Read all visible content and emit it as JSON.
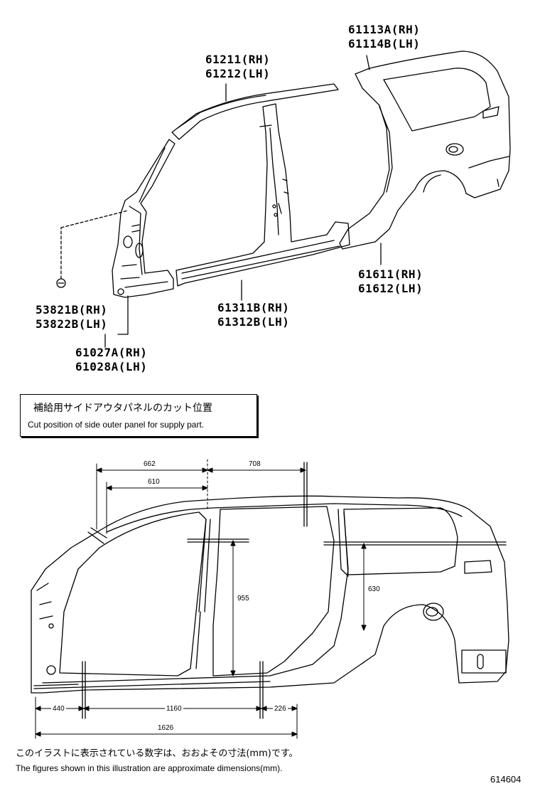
{
  "labels": {
    "quarter_panel": [
      "61113A(RH)",
      "61114B(LH)"
    ],
    "roof_rail": [
      "61211(RH)",
      "61212(LH)"
    ],
    "quarter_lower": [
      "61611(RH)",
      "61612(LH)"
    ],
    "rocker": [
      "61311B(RH)",
      "61312B(LH)"
    ],
    "clip": [
      "53821B(RH)",
      "53822B(LH)"
    ],
    "front_pillar": [
      "61027A(RH)",
      "61028A(LH)"
    ]
  },
  "note": {
    "jp": "補給用サイドアウタパネルのカット位置",
    "en": "Cut position of side outer panel for supply part."
  },
  "dimensions": {
    "d662": "662",
    "d708": "708",
    "d610": "610",
    "d955": "955",
    "d630": "630",
    "d440": "440",
    "d1160": "1160",
    "d226": "226",
    "d1626": "1626"
  },
  "footnote": {
    "jp": "このイラストに表示されている数字は、おおよその寸法(mm)です。",
    "en": "The figures shown in this illustration are approximate dimensions(mm)."
  },
  "figure_id": "614604"
}
